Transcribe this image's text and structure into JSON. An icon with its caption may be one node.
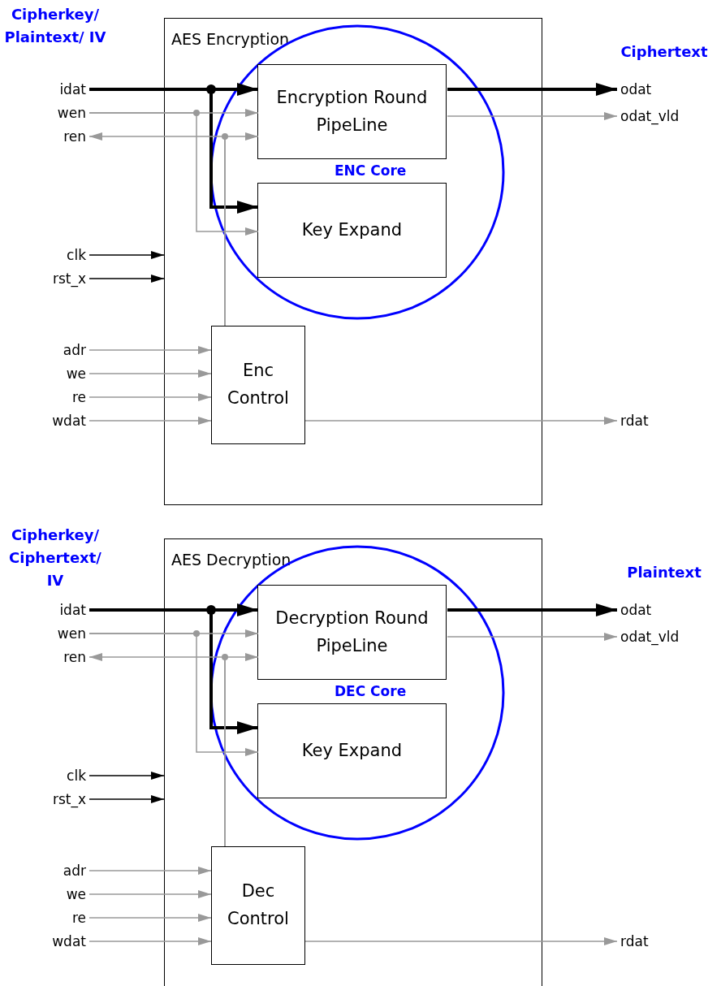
{
  "diagram": {
    "nodes": [
      {
        "text": [
          "AES Encryption"
        ]
      },
      {
        "text": [
          "ENC Core"
        ],
        "in": 0
      },
      {
        "text": [
          "Encryption Round PipeLine"
        ],
        "in": 1
      },
      {
        "text": [
          "Key Expand"
        ],
        "in": 1
      },
      {
        "text": [
          "Enc Control"
        ],
        "in": 0
      },
      {
        "text": [
          "idat"
        ]
      },
      {
        "text": [
          "wen"
        ]
      },
      {
        "text": [
          "ren"
        ]
      },
      {
        "text": [
          "clk"
        ]
      },
      {
        "text": [
          "rst_x"
        ]
      },
      {
        "text": [
          "adr"
        ]
      },
      {
        "text": [
          "we"
        ]
      },
      {
        "text": [
          "re"
        ]
      },
      {
        "text": [
          "wdat"
        ]
      },
      {
        "text": [
          "odat"
        ]
      },
      {
        "text": [
          "odat_vld"
        ]
      },
      {
        "text": [
          "rdat"
        ]
      },
      {
        "text": [
          "AES Decryption"
        ]
      },
      {
        "text": [
          "DEC Core"
        ],
        "in": 17
      },
      {
        "text": [
          "Decryption Round PipeLine"
        ],
        "in": 18
      },
      {
        "text": [
          "Key Expand"
        ],
        "in": 18
      },
      {
        "text": [
          "Dec Control"
        ],
        "in": 17
      },
      {
        "text": [
          "idat"
        ]
      },
      {
        "text": [
          "wen"
        ]
      },
      {
        "text": [
          "ren"
        ]
      },
      {
        "text": [
          "clk"
        ]
      },
      {
        "text": [
          "rst_x"
        ]
      },
      {
        "text": [
          "adr"
        ]
      },
      {
        "text": [
          "we"
        ]
      },
      {
        "text": [
          "re"
        ]
      },
      {
        "text": [
          "wdat"
        ]
      },
      {
        "text": [
          "odat"
        ]
      },
      {
        "text": [
          "odat_vld"
        ]
      },
      {
        "text": [
          "rdat"
        ]
      }
    ],
    "edges": [
      {
        "from": 5,
        "to": 2,
        "arrow": "to",
        "style": "thick",
        "color": "#000000"
      },
      {
        "from": 5,
        "to": 3,
        "arrow": "to",
        "style": "thick",
        "color": "#000000"
      },
      {
        "from": 6,
        "to": 2,
        "arrow": "to"
      },
      {
        "from": 6,
        "to": 3,
        "arrow": "to"
      },
      {
        "from": 4,
        "to": 2,
        "arrow": "to"
      },
      {
        "from": 4,
        "to": 7,
        "arrow": "to"
      },
      {
        "from": 8,
        "to": 0,
        "arrow": "to",
        "color": "#000000"
      },
      {
        "from": 9,
        "to": 0,
        "arrow": "to",
        "color": "#000000"
      },
      {
        "from": 10,
        "to": 4,
        "arrow": "to"
      },
      {
        "from": 11,
        "to": 4,
        "arrow": "to"
      },
      {
        "from": 12,
        "to": 4,
        "arrow": "to"
      },
      {
        "from": 13,
        "to": 4,
        "arrow": "to"
      },
      {
        "from": 2,
        "to": 14,
        "arrow": "to",
        "style": "thick",
        "color": "#000000"
      },
      {
        "from": 2,
        "to": 15,
        "arrow": "to"
      },
      {
        "from": 4,
        "to": 16,
        "arrow": "to"
      },
      {
        "from": 22,
        "to": 19,
        "arrow": "to",
        "style": "thick",
        "color": "#000000"
      },
      {
        "from": 22,
        "to": 20,
        "arrow": "to",
        "style": "thick",
        "color": "#000000"
      },
      {
        "from": 23,
        "to": 19,
        "arrow": "to"
      },
      {
        "from": 23,
        "to": 20,
        "arrow": "to"
      },
      {
        "from": 21,
        "to": 19,
        "arrow": "to"
      },
      {
        "from": 21,
        "to": 24,
        "arrow": "to"
      },
      {
        "from": 25,
        "to": 17,
        "arrow": "to",
        "color": "#000000"
      },
      {
        "from": 26,
        "to": 17,
        "arrow": "to",
        "color": "#000000"
      },
      {
        "from": 27,
        "to": 21,
        "arrow": "to"
      },
      {
        "from": 28,
        "to": 21,
        "arrow": "to"
      },
      {
        "from": 29,
        "to": 21,
        "arrow": "to"
      },
      {
        "from": 30,
        "to": 21,
        "arrow": "to"
      },
      {
        "from": 19,
        "to": 31,
        "arrow": "to",
        "style": "thick",
        "color": "#000000"
      },
      {
        "from": 19,
        "to": 32,
        "arrow": "to"
      },
      {
        "from": 21,
        "to": 33,
        "arrow": "to"
      }
    ],
    "labels": [
      "Cipherkey/ Plaintext/ IV",
      "Ciphertext",
      "Cipherkey/ Ciphertext/ IV",
      "Plaintext"
    ]
  }
}
